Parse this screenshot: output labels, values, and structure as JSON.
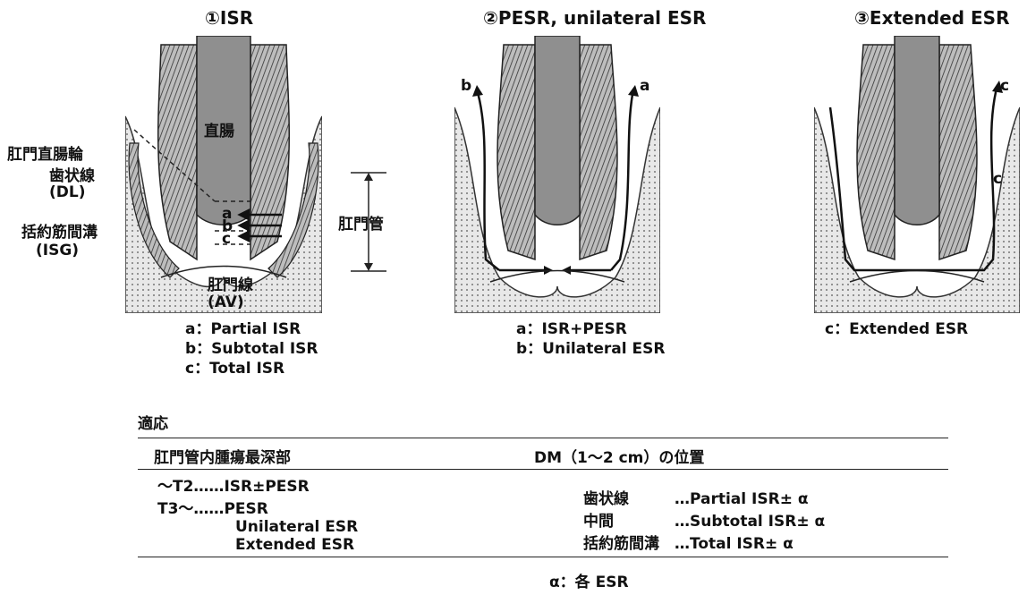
{
  "figures": [
    {
      "title": "①ISR",
      "side_labels": [
        "肛門直腸輪",
        "歯状線",
        "(DL)",
        "括約筋間溝",
        "(ISG)"
      ],
      "inner_label": "直腸",
      "bottom_labels": [
        "肛門線",
        "(AV)"
      ],
      "mark_labels": [
        "a",
        "b",
        "c"
      ],
      "measure_label": "肛門管",
      "captions": [
        "a：Partial ISR",
        "b：Subtotal ISR",
        "c：Total ISR"
      ]
    },
    {
      "title": "②PESR, unilateral ESR",
      "mark_labels": [
        "b",
        "a"
      ],
      "captions": [
        "a：ISR+PESR",
        "b：Unilateral ESR"
      ]
    },
    {
      "title": "③Extended ESR",
      "mark_labels": [
        "c",
        "c"
      ],
      "captions": [
        "c：Extended ESR"
      ]
    }
  ],
  "indication": {
    "heading": "適応",
    "col1_header": "肛門管内腫瘍最深部",
    "col2_header": "DM（1〜2 cm）の位置",
    "col1_rows": [
      {
        "key": "〜T2……",
        "val": "ISR±PESR"
      },
      {
        "key": "T3〜……",
        "val": "PESR"
      },
      {
        "key": "",
        "val": "Unilateral ESR"
      },
      {
        "key": "",
        "val": "Extended ESR"
      }
    ],
    "col2_rows": [
      {
        "key": "歯状線",
        "val": "…Partial ISR± α"
      },
      {
        "key": "中間",
        "val": "…Subtotal ISR± α"
      },
      {
        "key": "括約筋間溝",
        "val": "…Total ISR± α"
      }
    ],
    "footnote": "α：各 ESR"
  }
}
